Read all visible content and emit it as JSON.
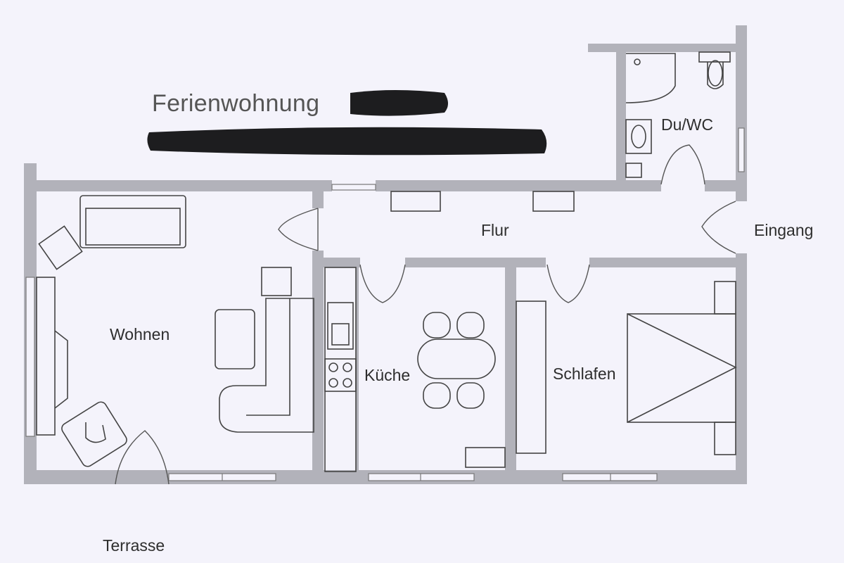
{
  "title": "Ferienwohnung",
  "rooms": {
    "wohnen": "Wohnen",
    "kueche": "Küche",
    "schlafen": "Schlafen",
    "flur": "Flur",
    "duwc": "Du/WC",
    "eingang": "Eingang",
    "terrasse": "Terrasse"
  },
  "colors": {
    "wall": "#b2b2ba",
    "paper": "#f4f3fb",
    "line": "#444444",
    "redaction": "#1d1d1f"
  }
}
